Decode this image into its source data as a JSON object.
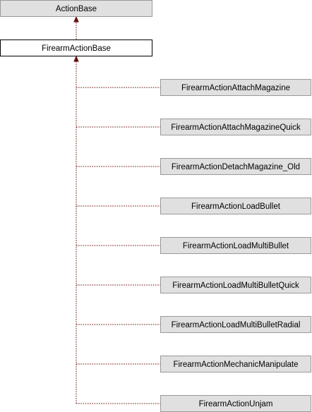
{
  "diagram": {
    "type": "class-inheritance",
    "colors": {
      "node_fill": "#e0e0e0",
      "node_border": "#999999",
      "current_fill": "#ffffff",
      "current_border": "#000000",
      "edge": "#63110c"
    },
    "root": {
      "label": "ActionBase"
    },
    "base": {
      "label": "FirearmActionBase"
    },
    "children": [
      {
        "label": "FirearmActionAttachMagazine"
      },
      {
        "label": "FirearmActionAttachMagazineQuick"
      },
      {
        "label": "FirearmActionDetachMagazine_Old"
      },
      {
        "label": "FirearmActionLoadBullet"
      },
      {
        "label": "FirearmActionLoadMultiBullet"
      },
      {
        "label": "FirearmActionLoadMultiBulletQuick"
      },
      {
        "label": "FirearmActionLoadMultiBulletRadial"
      },
      {
        "label": "FirearmActionMechanicManipulate"
      },
      {
        "label": "FirearmActionUnjam"
      }
    ]
  }
}
